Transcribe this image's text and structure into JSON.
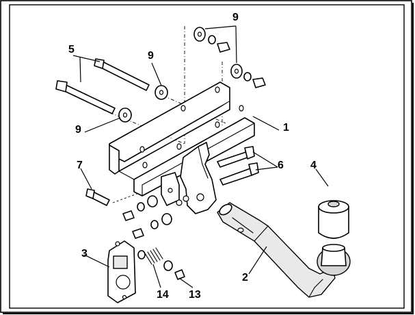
{
  "callouts": {
    "p1": "1",
    "p2": "2",
    "p3": "3",
    "p4": "4",
    "p5": "5",
    "p6": "6",
    "p7": "7",
    "p9a": "9",
    "p9b": "9",
    "p9c": "9",
    "p13": "13",
    "p14": "14"
  }
}
